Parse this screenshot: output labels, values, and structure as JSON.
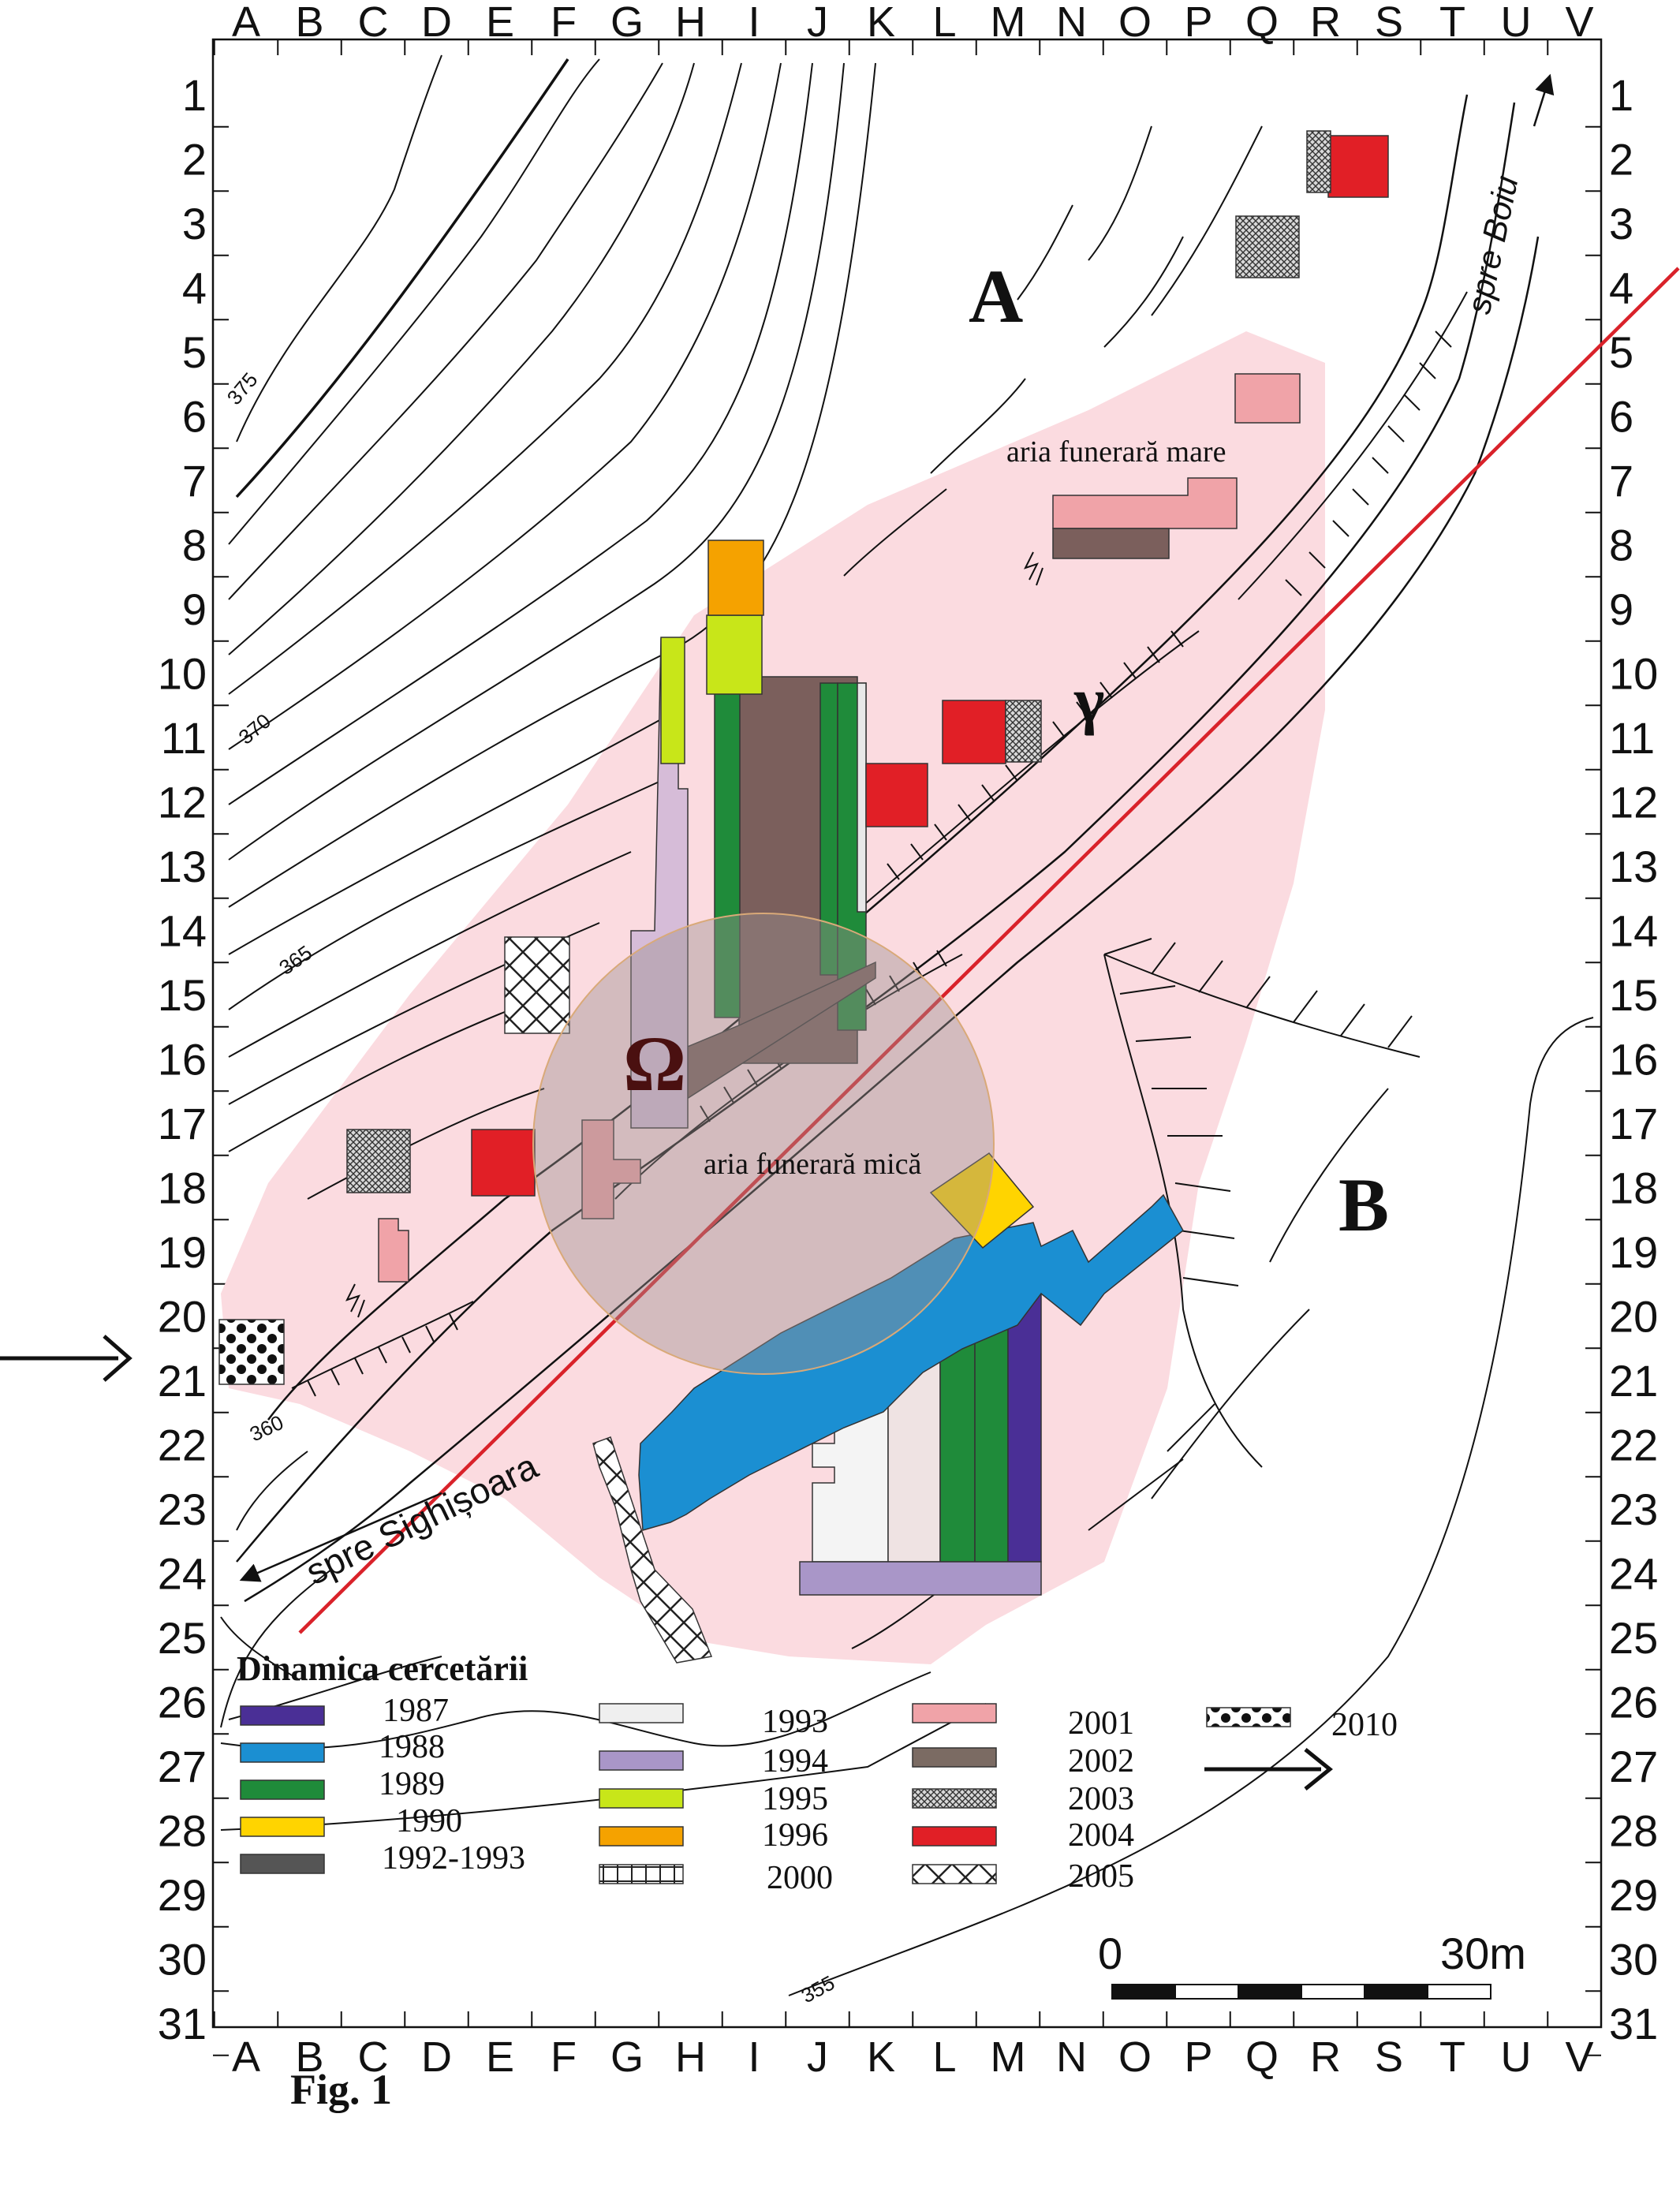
{
  "figure_caption": "Fig. 1",
  "grid": {
    "columns": [
      "A",
      "B",
      "C",
      "D",
      "E",
      "F",
      "G",
      "H",
      "I",
      "J",
      "K",
      "L",
      "M",
      "N",
      "O",
      "P",
      "Q",
      "R",
      "S",
      "T",
      "U",
      "V"
    ],
    "rows": [
      "1",
      "2",
      "3",
      "4",
      "5",
      "6",
      "7",
      "8",
      "9",
      "10",
      "11",
      "12",
      "13",
      "14",
      "15",
      "16",
      "17",
      "18",
      "19",
      "20",
      "21",
      "22",
      "23",
      "24",
      "25",
      "26",
      "27",
      "28",
      "29",
      "30",
      "31"
    ]
  },
  "labels": {
    "area_a": "A",
    "area_b": "B",
    "gamma": "γ",
    "omega": "Ω",
    "aria_mare": "aria funerară mare",
    "aria_mica": "aria funerară mică",
    "road_north": "spre Boiu",
    "road_south": "spre Sighișoara"
  },
  "contours": [
    "375",
    "370",
    "365",
    "360",
    "355"
  ],
  "scale_bar": {
    "start": "0",
    "end": "30m"
  },
  "legend": {
    "title": "Dinamica cercetării",
    "items": [
      {
        "year": "1987",
        "color": "#4a2f96",
        "pattern": "solid"
      },
      {
        "year": "1988",
        "color": "#1b8fd2",
        "pattern": "solid"
      },
      {
        "year": "1989",
        "color": "#1f8b3a",
        "pattern": "solid"
      },
      {
        "year": "1990",
        "color": "#ffd400",
        "pattern": "solid"
      },
      {
        "year": "1992-1993",
        "color": "#555555",
        "pattern": "solid"
      },
      {
        "year": "1993",
        "color": "#efefef",
        "pattern": "solid"
      },
      {
        "year": "1994",
        "color": "#a996c8",
        "pattern": "solid"
      },
      {
        "year": "1995",
        "color": "#c8e619",
        "pattern": "solid"
      },
      {
        "year": "1996",
        "color": "#f5a200",
        "pattern": "solid"
      },
      {
        "year": "2000",
        "color": "#ffffff",
        "pattern": "grid"
      },
      {
        "year": "2001",
        "color": "#f0a3a8",
        "pattern": "solid"
      },
      {
        "year": "2002",
        "color": "#7b6b63",
        "pattern": "solid"
      },
      {
        "year": "2003",
        "color": "#999999",
        "pattern": "crosshatch"
      },
      {
        "year": "2004",
        "color": "#e11f26",
        "pattern": "solid"
      },
      {
        "year": "2005",
        "color": "#ffffff",
        "pattern": "diamond"
      },
      {
        "year": "2010",
        "color": "#222222",
        "pattern": "dots"
      }
    ]
  },
  "colors": {
    "funerary_area": "#fbdbe0",
    "circle": "#9a8f8f",
    "section_line": "#d9222a",
    "red": "#e11f26",
    "pink": "#f0a3a8",
    "brown": "#7b5f5c",
    "green": "#1f8b3a",
    "lilac": "#d6bcd8",
    "lime": "#c8e619",
    "orange": "#f5a200",
    "blue": "#1b8fd2",
    "violet": "#4a2f96",
    "yellow": "#ffd400",
    "purple_band": "#a996c8"
  }
}
